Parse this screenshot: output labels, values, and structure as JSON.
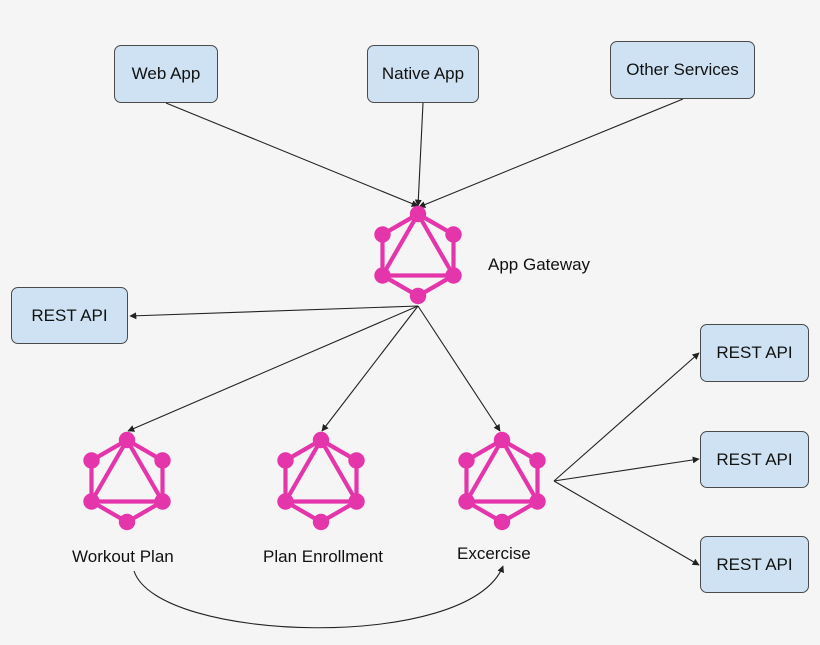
{
  "colors": {
    "background": "#f5f5f5",
    "box_fill": "#cfe2f3",
    "box_border": "#4a4a4a",
    "graphql_logo": "#e535ab",
    "arrow": "#222222"
  },
  "clients": {
    "web_app": "Web App",
    "native_app": "Native App",
    "other_services": "Other Services"
  },
  "gateway": {
    "label": "App Gateway",
    "icon": "graphql-logo-icon"
  },
  "services": {
    "workout_plan": "Workout Plan",
    "plan_enrollment": "Plan Enrollment",
    "excercise": "Excercise"
  },
  "rest_apis": {
    "gateway_rest": "REST API",
    "excercise_rest_1": "REST API",
    "excercise_rest_2": "REST API",
    "excercise_rest_3": "REST API"
  }
}
